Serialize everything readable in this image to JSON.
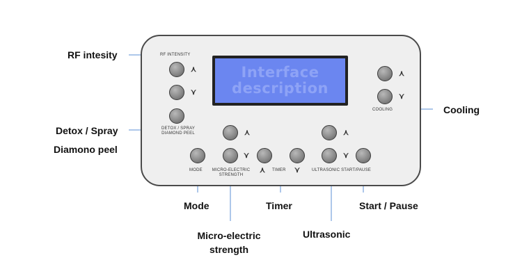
{
  "screen": {
    "line1": "Interface",
    "line2": "description"
  },
  "panel_labels": {
    "rf_intensity": "RF INTENSITY",
    "detox_line1": "DETOX / SPRAY",
    "detox_line2": "DIAMOND PEEL",
    "cooling": "COOLING",
    "mode": "MODE",
    "micro_line1": "MICRO-ELECTRIC",
    "micro_line2": "STRENGTH",
    "timer": "TIMER",
    "ultrasonic_start": "ULTRASONIC START/PAUSE"
  },
  "callouts": {
    "rf": "RF intesity",
    "detox": "Detox / Spray",
    "diamond": "Diamono peel",
    "cooling": "Cooling",
    "mode": "Mode",
    "timer": "Timer",
    "start": "Start / Pause",
    "micro_line1": "Micro-electric",
    "micro_line2": "strength",
    "ultrasonic": "Ultrasonic"
  },
  "icons": {
    "up": "up-arrow-icon",
    "down": "down-arrow-icon"
  },
  "colors": {
    "leader_line": "#5b8fd6",
    "screen": "#6b86f0",
    "panel": "#efefef"
  }
}
